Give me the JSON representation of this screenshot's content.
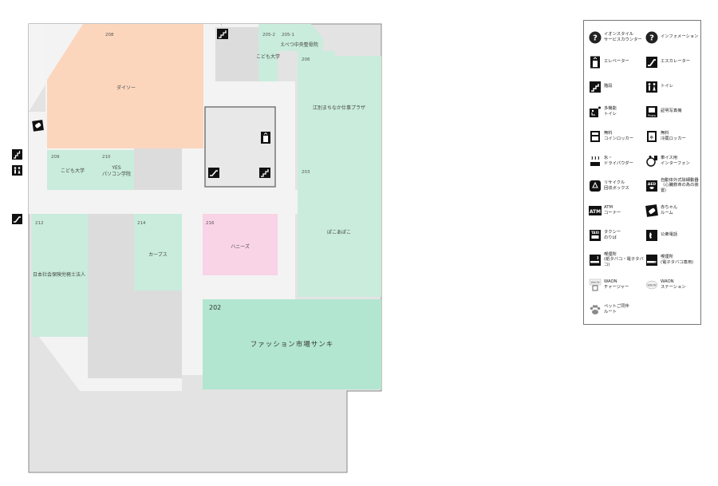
{
  "shops": [
    {
      "id": "s208",
      "num": "208",
      "name": "ダイソー",
      "color": "#fbd6bd"
    },
    {
      "id": "s2052",
      "num": "205-2",
      "name": "",
      "color": "#c9ecdc"
    },
    {
      "id": "s2051",
      "num": "205-1",
      "name": "えべつ中央整骨院",
      "color": "#c9ecdc"
    },
    {
      "id": "s205k",
      "num": "",
      "name": "こども大学",
      "color": "#c9ecdc"
    },
    {
      "id": "s206",
      "num": "206",
      "name": "江別まちなか仕事プラザ",
      "color": "#c9ecdc"
    },
    {
      "id": "s209",
      "num": "209",
      "name": "こども大学",
      "color": "#c9ecdc"
    },
    {
      "id": "s210",
      "num": "210",
      "name": "YES\nパソコン学院",
      "color": "#c9ecdc"
    },
    {
      "id": "s203",
      "num": "203",
      "name": "ぽこあぽこ",
      "color": "#c9ecdc"
    },
    {
      "id": "s212",
      "num": "212",
      "name": "日本社会保険労務士法人",
      "color": "#c9ecdc"
    },
    {
      "id": "s214",
      "num": "214",
      "name": "カーブス",
      "color": "#c9ecdc"
    },
    {
      "id": "s216",
      "num": "216",
      "name": "ハニーズ",
      "color": "#f9d3e6"
    },
    {
      "id": "s202",
      "num": "202",
      "name": "ファッション市場サンキ",
      "color": "#b2e6d1"
    }
  ],
  "legend": [
    {
      "icon": "info-counter-icon",
      "label": "イオンスタイル\nサービスカウンター"
    },
    {
      "icon": "information-icon",
      "label": "インフォメーション"
    },
    {
      "icon": "elevator-icon",
      "label": "エレベーター"
    },
    {
      "icon": "escalator-icon",
      "label": "エスカレーター"
    },
    {
      "icon": "stairs-icon",
      "label": "階段"
    },
    {
      "icon": "restroom-icon",
      "label": "トイレ"
    },
    {
      "icon": "multipurpose-toilet-icon",
      "label": "多機能\nトイレ"
    },
    {
      "icon": "photo-booth-icon",
      "label": "証明写真機"
    },
    {
      "icon": "coin-locker-icon",
      "label": "無料\nコインロッカー"
    },
    {
      "icon": "cold-locker-icon",
      "label": "無料\n冷蔵ロッカー"
    },
    {
      "icon": "hand-dryer-icon",
      "label": "氷・\nドライパウダー"
    },
    {
      "icon": "wheelchair-interphone-icon",
      "label": "車イス用\nインターフォン"
    },
    {
      "icon": "recycle-box-icon",
      "label": "リサイクル\n回収ボックス"
    },
    {
      "icon": "aed-icon",
      "label": "自動体外式除細動器\n（心臓救命の為の装置）"
    },
    {
      "icon": "atm-icon",
      "label": "ATM\nコーナー"
    },
    {
      "icon": "baby-room-icon",
      "label": "赤ちゃん\nルーム"
    },
    {
      "icon": "taxi-icon",
      "label": "タクシー\nのりば"
    },
    {
      "icon": "public-phone-icon",
      "label": "公衆電話"
    },
    {
      "icon": "smoking-area-icon",
      "label": "喫煙所\n(紙タバコ・電子タバコ)"
    },
    {
      "icon": "e-smoking-area-icon",
      "label": "喫煙所\n(電子タバコ専用)"
    },
    {
      "icon": "waon-charger-icon",
      "label": "WAON\nチャージャー"
    },
    {
      "icon": "waon-station-icon",
      "label": "WAON\nステーション"
    },
    {
      "icon": "pet-route-icon",
      "label": "ペットご同伴\nルート"
    }
  ],
  "colors": {
    "building": "#e5e5e5",
    "walkway": "#f2f2f2",
    "outline": "#888888",
    "icon": "#111111"
  }
}
